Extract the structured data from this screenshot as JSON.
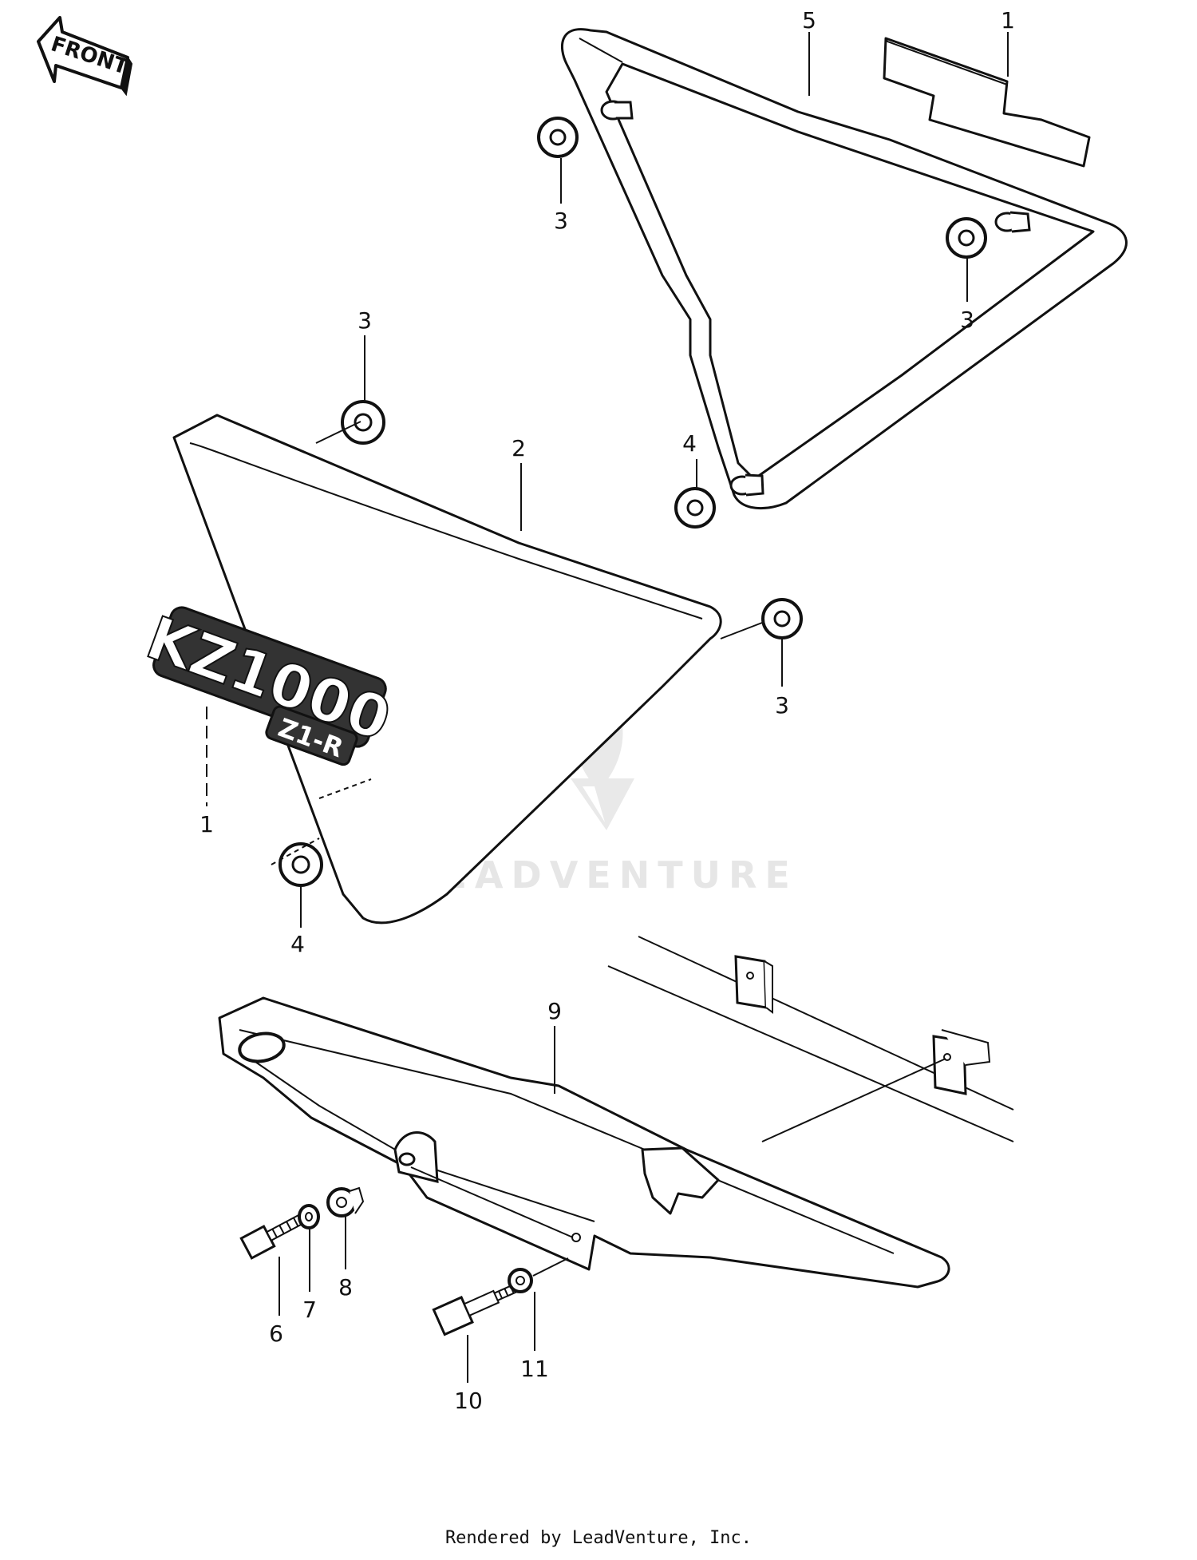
{
  "front_arrow": {
    "label": "FRONT",
    "icon": "front-arrow-icon"
  },
  "emblem": {
    "main": "KZ1000",
    "sub": "Z1-R"
  },
  "watermark": {
    "text": "LEADVENTURE"
  },
  "callouts": [
    {
      "id": "callout-1-emblem-right",
      "text": "1"
    },
    {
      "id": "callout-5-right-cover",
      "text": "5"
    },
    {
      "id": "callout-3-right-top-grommet",
      "text": "3"
    },
    {
      "id": "callout-3-right-mid-grommet",
      "text": "3"
    },
    {
      "id": "callout-4-right-bottom-grommet",
      "text": "4"
    },
    {
      "id": "callout-3-left-top-grommet",
      "text": "3"
    },
    {
      "id": "callout-2-left-cover",
      "text": "2"
    },
    {
      "id": "callout-3-left-mid-grommet",
      "text": "3"
    },
    {
      "id": "callout-1-emblem-left",
      "text": "1"
    },
    {
      "id": "callout-4-left-bottom-grommet",
      "text": "4"
    },
    {
      "id": "callout-9-chain-guard",
      "text": "9"
    },
    {
      "id": "callout-6-bolt",
      "text": "6"
    },
    {
      "id": "callout-7-washer",
      "text": "7"
    },
    {
      "id": "callout-8-collar",
      "text": "8"
    },
    {
      "id": "callout-10-bolt",
      "text": "10"
    },
    {
      "id": "callout-11-washer",
      "text": "11"
    }
  ],
  "footer": {
    "text": "Rendered by LeadVenture, Inc."
  },
  "colors": {
    "line": "#111111",
    "watermark": "#e6e6e6",
    "background": "#ffffff"
  }
}
